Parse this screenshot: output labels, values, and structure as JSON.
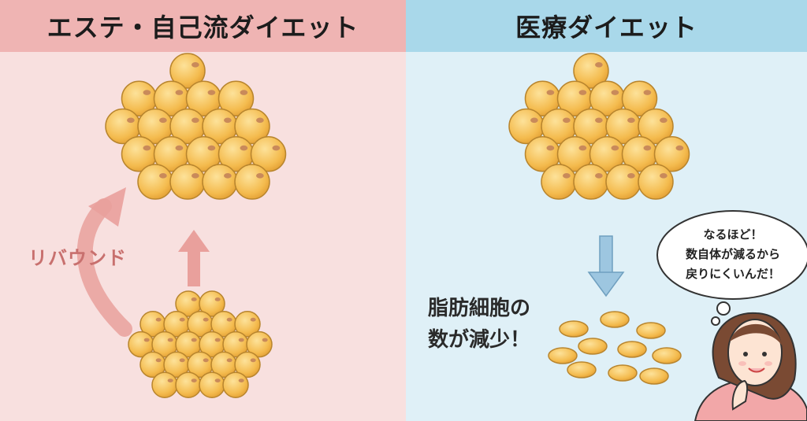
{
  "left_panel": {
    "title": "エステ・自己流ダイエット",
    "rebound_label": "リバウンド"
  },
  "right_panel": {
    "title": "医療ダイエット",
    "reduction_label_line1": "脂肪細胞の",
    "reduction_label_line2": "数が減少！",
    "thought_bubble": [
      "なるほど！",
      "数自体が減るから",
      "戻りにくいんだ！"
    ]
  },
  "colors": {
    "left_header": "#efb4b3",
    "left_background": "#f8e0df",
    "right_header": "#a9d8ea",
    "right_background": "#dff0f7",
    "fat_cell": "#f6c25a",
    "rebound_arrow": "#e9a09c",
    "down_arrow": "#9dc6e0"
  }
}
